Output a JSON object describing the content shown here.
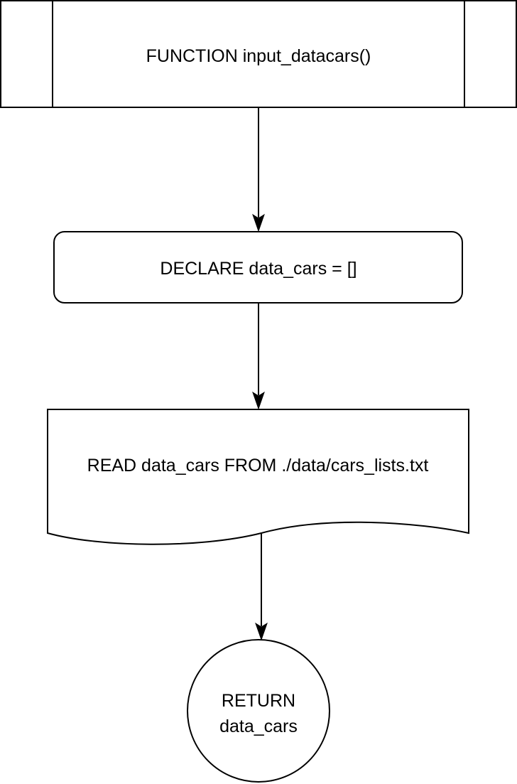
{
  "nodes": {
    "function": {
      "label": "FUNCTION input_datacars()"
    },
    "declare": {
      "label": "DECLARE data_cars = []"
    },
    "read": {
      "label": "READ data_cars FROM ./data/cars_lists.txt"
    },
    "return": {
      "line1": "RETURN",
      "line2": "data_cars"
    }
  },
  "colors": {
    "stroke": "#000000",
    "fill": "#ffffff"
  }
}
